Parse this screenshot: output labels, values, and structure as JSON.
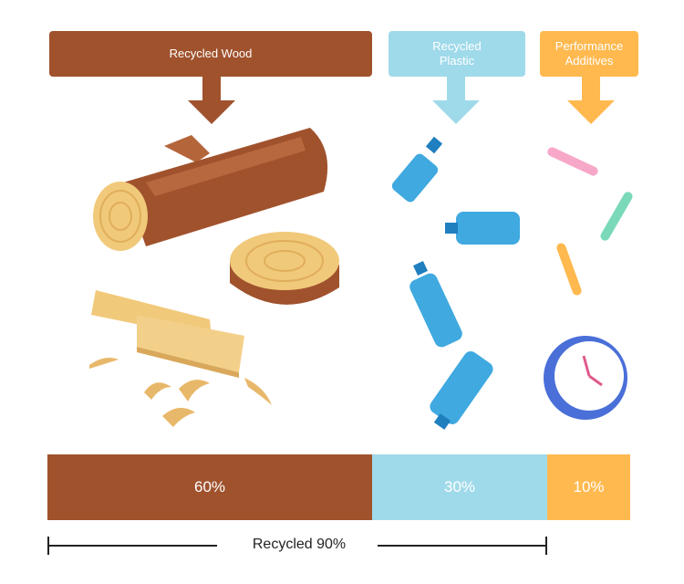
{
  "headers": {
    "wood": "Recycled Wood",
    "plastic": "Recycled\nPlastic",
    "additives": "Performance\nAdditives"
  },
  "bars": {
    "wood": "60%",
    "plastic": "30%",
    "additives": "10%"
  },
  "bracket_label": "Recycled 90%",
  "colors": {
    "wood": "#a0522d",
    "plastic": "#9fdaea",
    "additives": "#ffb94f"
  },
  "icons": [
    "log-icon",
    "wood-slice-icon",
    "wood-planks-icon",
    "wood-shavings-icon",
    "plastic-bottle-icon",
    "additive-tube-icon",
    "clock-icon"
  ]
}
